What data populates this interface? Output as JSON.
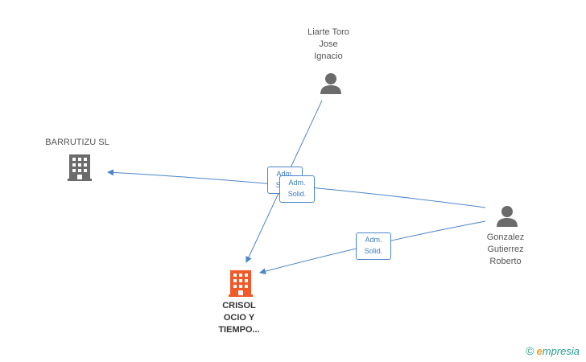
{
  "nodes": {
    "liarte": {
      "label": "Liarte Toro\nJose\nIgnacio",
      "type": "person",
      "color": "#6b6b6b"
    },
    "gonzalez": {
      "label": "Gonzalez\nGutierrez\nRoberto",
      "type": "person",
      "color": "#6b6b6b"
    },
    "barrutizu": {
      "label": "BARRUTIZU SL",
      "type": "company",
      "color": "#6b6b6b"
    },
    "crisol": {
      "label": "CRISOL\nOCIO Y\nTIEMPO...",
      "type": "company",
      "color": "#f05a28"
    }
  },
  "edges": [
    {
      "from": "gonzalez",
      "to": "barrutizu",
      "label": "Adm.\nSolid."
    },
    {
      "from": "liarte",
      "to": "crisol",
      "label": "Adm.\nSolid."
    },
    {
      "from": "gonzalez",
      "to": "crisol",
      "label": "Adm.\nSolid."
    }
  ],
  "colors": {
    "edge": "#4a86c8",
    "accent": "#f05a28",
    "icon": "#6b6b6b"
  },
  "footer": {
    "copyright_symbol": "©",
    "brand_e": "e",
    "brand_rest": "mpresia"
  }
}
